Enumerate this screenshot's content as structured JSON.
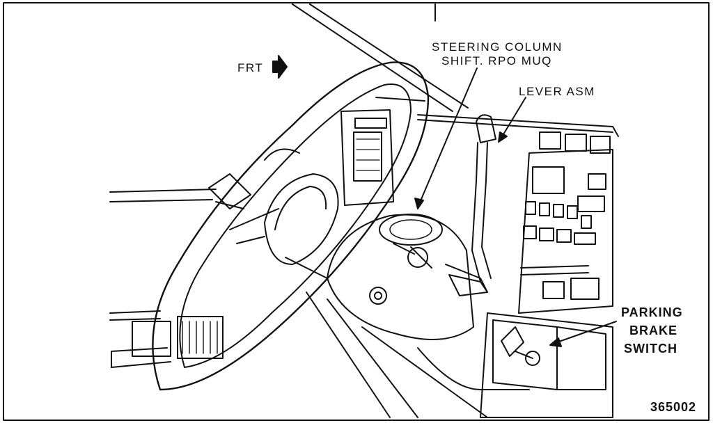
{
  "labels": {
    "front": "FRT",
    "steering_column_line1": "STEERING COLUMN",
    "steering_column_line2": "SHIFT. RPO MUQ",
    "lever": "LEVER ASM",
    "parking_line1": "PARKING",
    "parking_line2": "BRAKE",
    "parking_line3": "SWITCH",
    "figure_number": "365002"
  },
  "colors": {
    "ink": "#111111",
    "paper": "#ffffff"
  }
}
